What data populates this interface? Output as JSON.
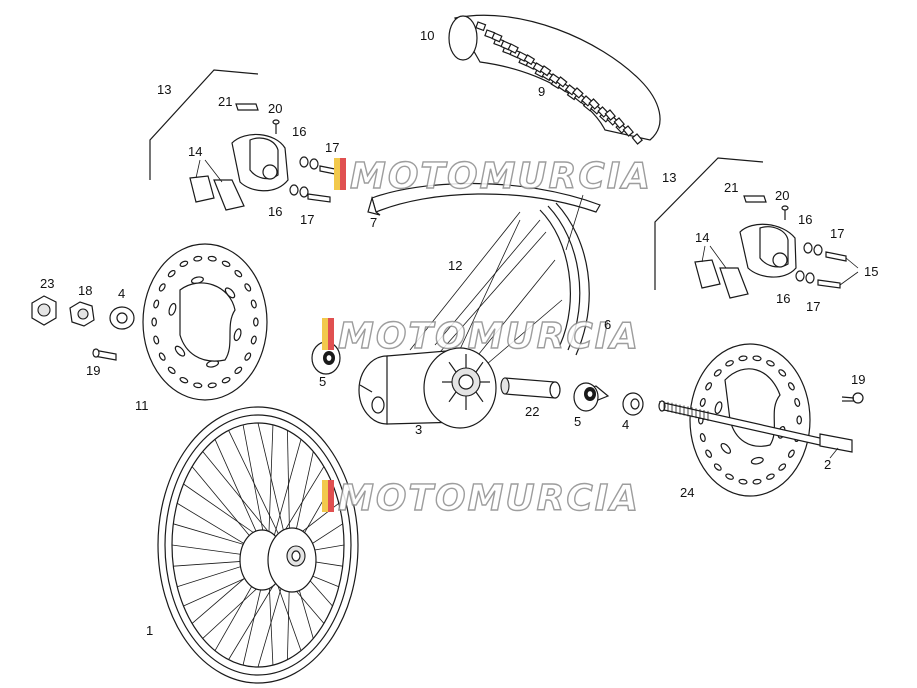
{
  "colors": {
    "background": "#ffffff",
    "line": "#1a1a1a",
    "watermark_stroke": "#8c8c8c"
  },
  "watermark": {
    "text": "MOTOMURCIA"
  },
  "labels": {
    "l1": "1",
    "l2": "2",
    "l3": "3",
    "l4a": "4",
    "l4b": "4",
    "l5a": "5",
    "l5b": "5",
    "l6": "6",
    "l7": "7",
    "l9": "9",
    "l10": "10",
    "l11": "11",
    "l12": "12",
    "l13a": "13",
    "l13b": "13",
    "l14a": "14",
    "l14b": "14",
    "l15": "15",
    "l16a": "16",
    "l16b": "16",
    "l16c": "16",
    "l16d": "16",
    "l17a": "17",
    "l17b": "17",
    "l17c": "17",
    "l17d": "17",
    "l18": "18",
    "l19a": "19",
    "l19b": "19",
    "l20a": "20",
    "l20b": "20",
    "l21a": "21",
    "l21b": "21",
    "l22": "22",
    "l23": "23",
    "l24": "24"
  }
}
